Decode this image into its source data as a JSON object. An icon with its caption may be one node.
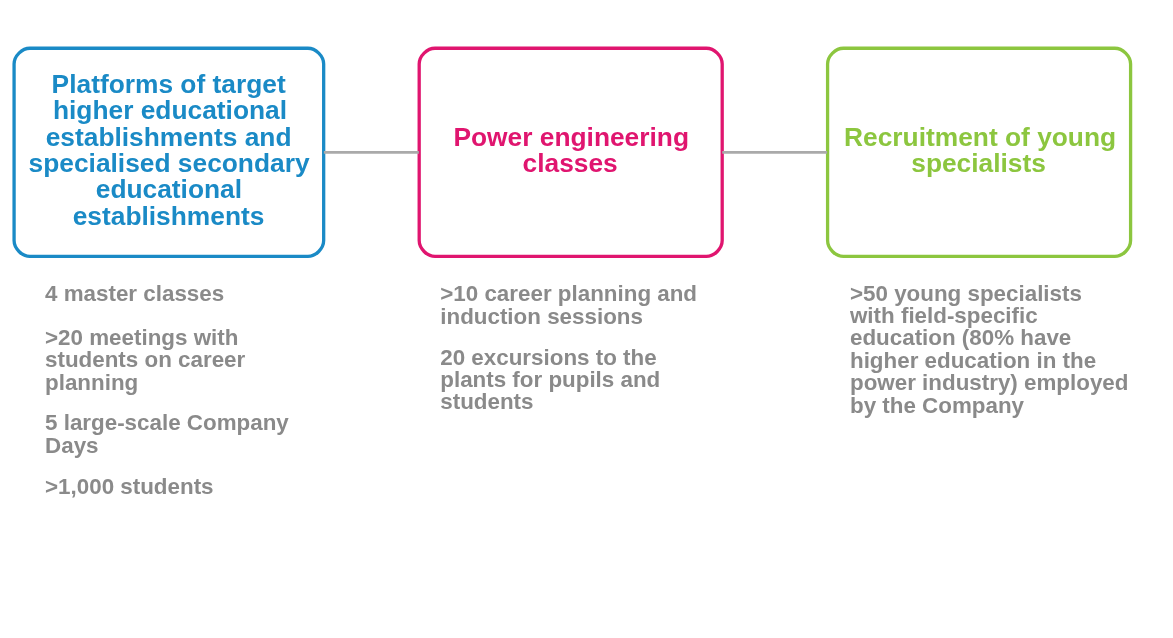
{
  "diagram": {
    "nodes": [
      {
        "text": [
          "Platforms of target higher educational establishments and specialised secondary educational establishments"
        ],
        "beside": [
          "4 master classes",
          ">20 meetings with students on career planning",
          "5 large-scale Company Days",
          ">1,000 students"
        ]
      },
      {
        "text": [
          "Power engineering classes"
        ],
        "beside": [
          ">10 career planning and induction sessions",
          "20 excursions to the plants for pupils and students"
        ]
      },
      {
        "text": [
          "Recruitment of young specialists"
        ],
        "beside": [
          ">50 young specialists with field-specific education (80% have higher education in the power industry) employed by the Company"
        ]
      }
    ],
    "edges": [
      {
        "from": 0,
        "to": 1,
        "arrow": "none"
      },
      {
        "from": 1,
        "to": 2,
        "arrow": "none"
      }
    ]
  }
}
